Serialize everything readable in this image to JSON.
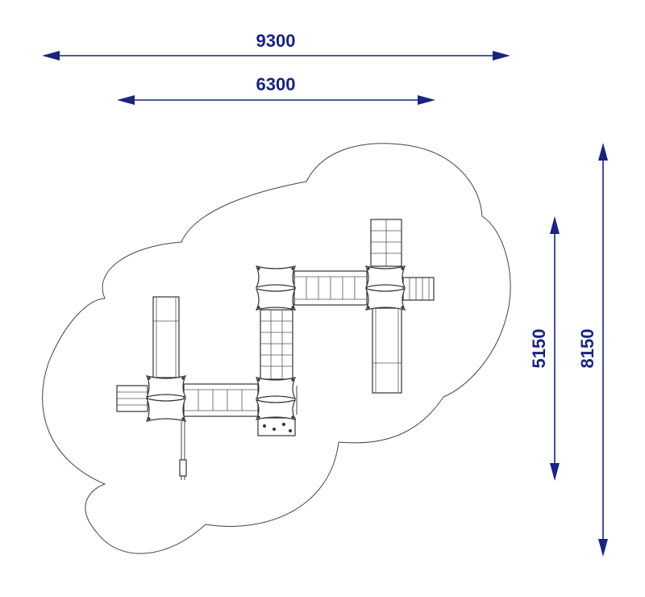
{
  "colors": {
    "dimension": "#1a237e",
    "drawing": "#333333",
    "background": "#ffffff"
  },
  "dimensions": {
    "overall_width": "9300",
    "equipment_width": "6300",
    "equipment_depth": "5150",
    "overall_depth": "8150"
  }
}
